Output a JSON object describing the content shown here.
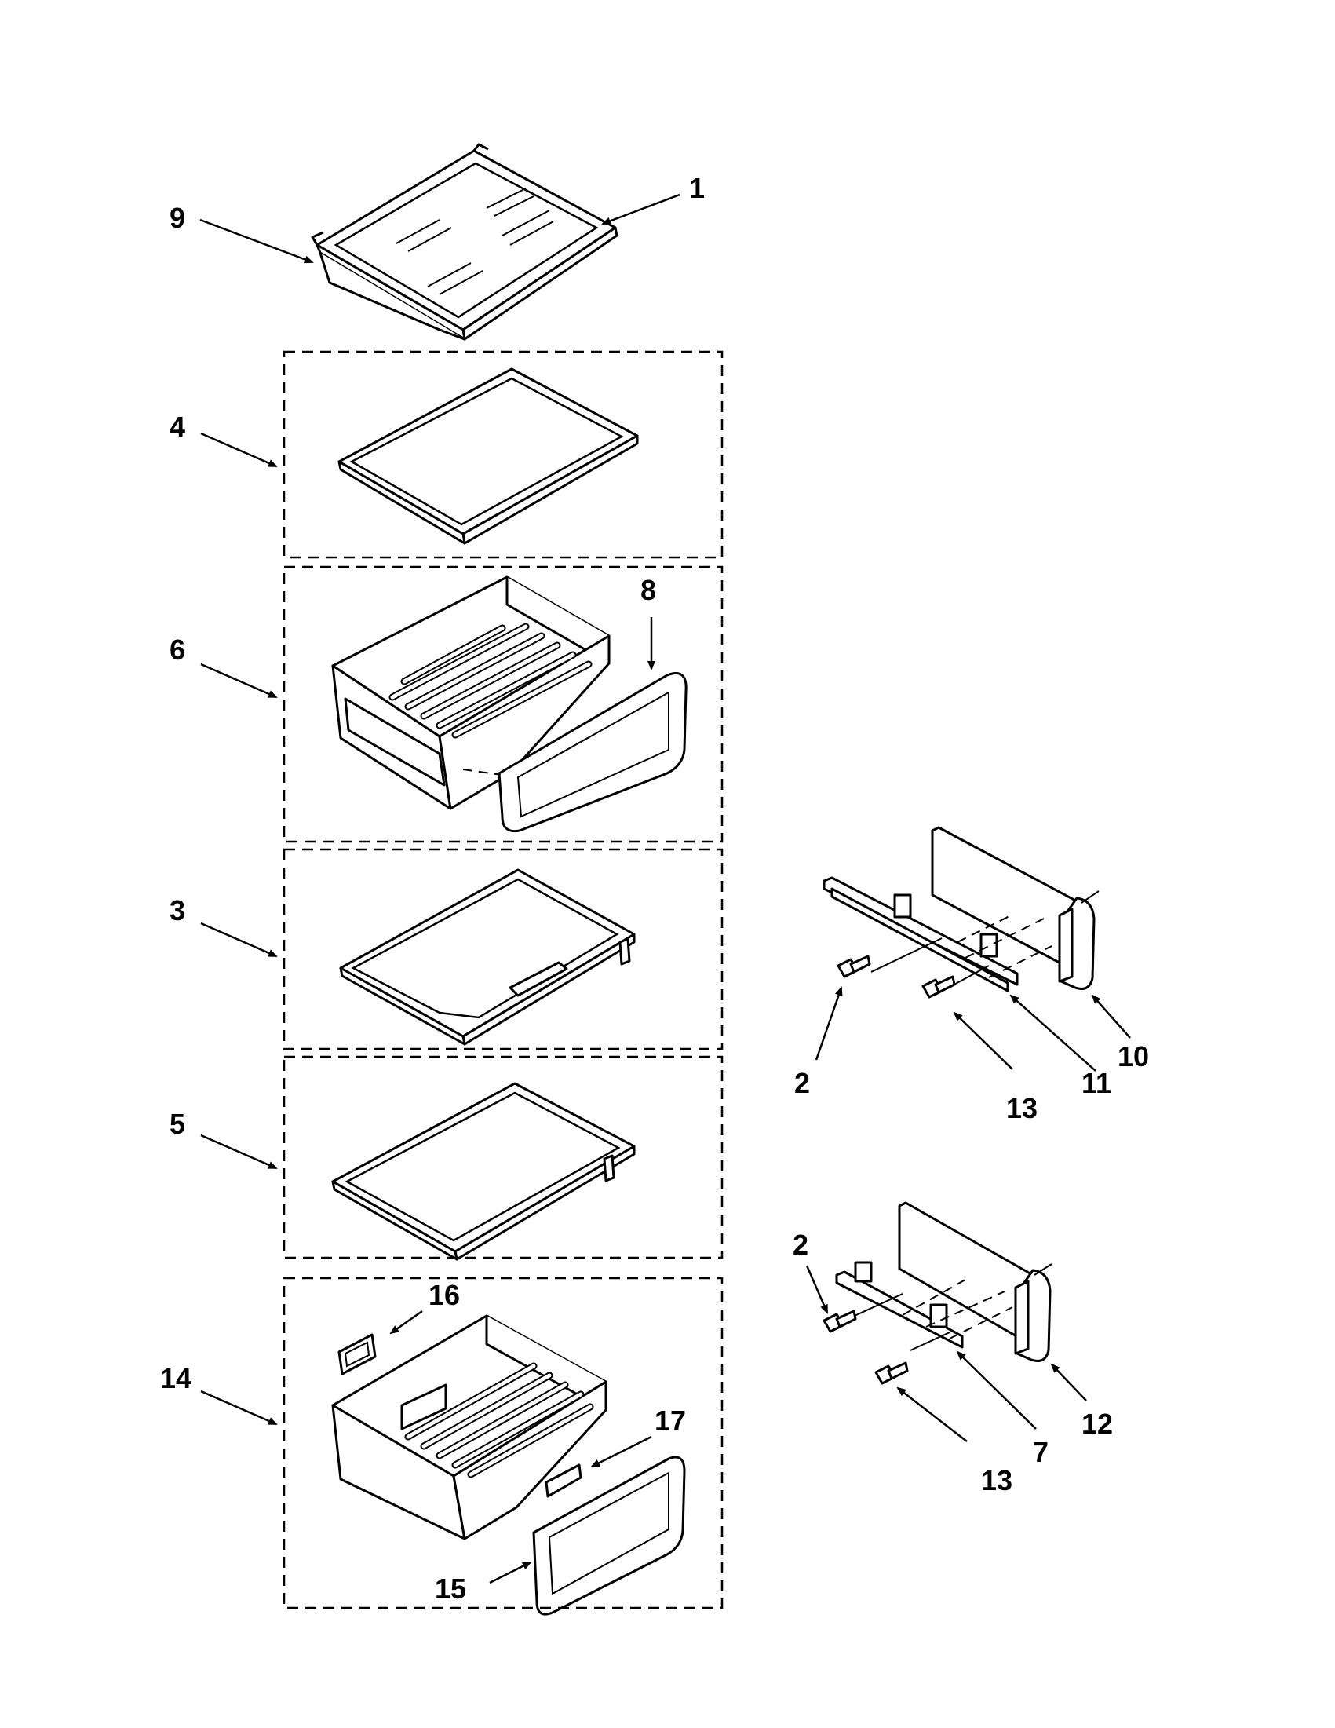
{
  "callouts": {
    "c1": "1",
    "c2a": "2",
    "c2b": "2",
    "c3": "3",
    "c4": "4",
    "c5": "5",
    "c6": "6",
    "c7": "7",
    "c8": "8",
    "c9": "9",
    "c10": "10",
    "c11": "11",
    "c12": "12",
    "c13a": "13",
    "c13b": "13",
    "c14": "14",
    "c15": "15",
    "c16": "16",
    "c17": "17"
  },
  "colors": {
    "line": "#000000",
    "background": "#ffffff"
  }
}
